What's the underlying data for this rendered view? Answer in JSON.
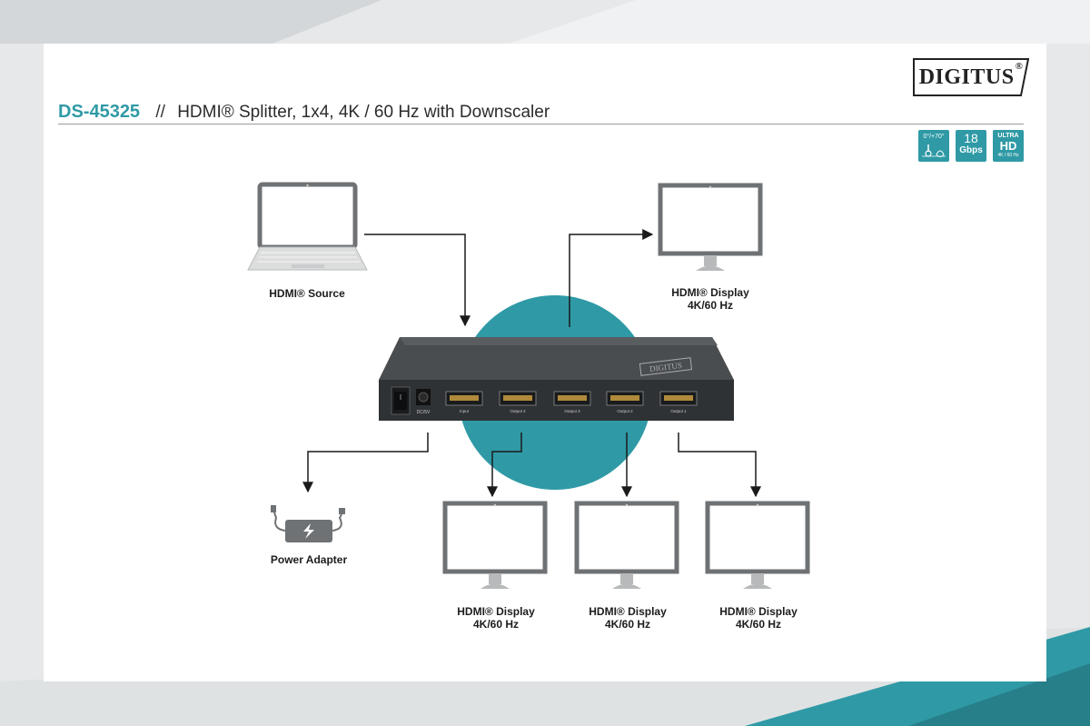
{
  "brand": {
    "logo_text": "DIGITUS",
    "logo_mark": "®"
  },
  "header": {
    "model": "DS-45325",
    "separator": "//",
    "product_title": "HDMI® Splitter, 1x4, 4K / 60 Hz with Downscaler"
  },
  "badges": {
    "temp": {
      "text": "0°/+70°",
      "icon": "temperature-humidity-icon"
    },
    "bandwidth": {
      "value": "18",
      "unit": "Gbps"
    },
    "uhd": {
      "line1": "ULTRA",
      "line2": "HD",
      "line3": "4K / 60 Hz"
    }
  },
  "device": {
    "brand_text": "DIGITUS",
    "power_label": "DC/5V",
    "ports": [
      "Input",
      "Output 4",
      "Output 3",
      "Output 2",
      "Output 1"
    ]
  },
  "labels": {
    "source": "HDMI® Source",
    "power_adapter": "Power Adapter",
    "display_line1": "HDMI® Display",
    "display_line2": "4K/60 Hz"
  },
  "colors": {
    "accent": "#2f9aa6",
    "device": "#3a3d40",
    "monitor_frame": "#6f7274",
    "background_band": "#d9dcde"
  }
}
